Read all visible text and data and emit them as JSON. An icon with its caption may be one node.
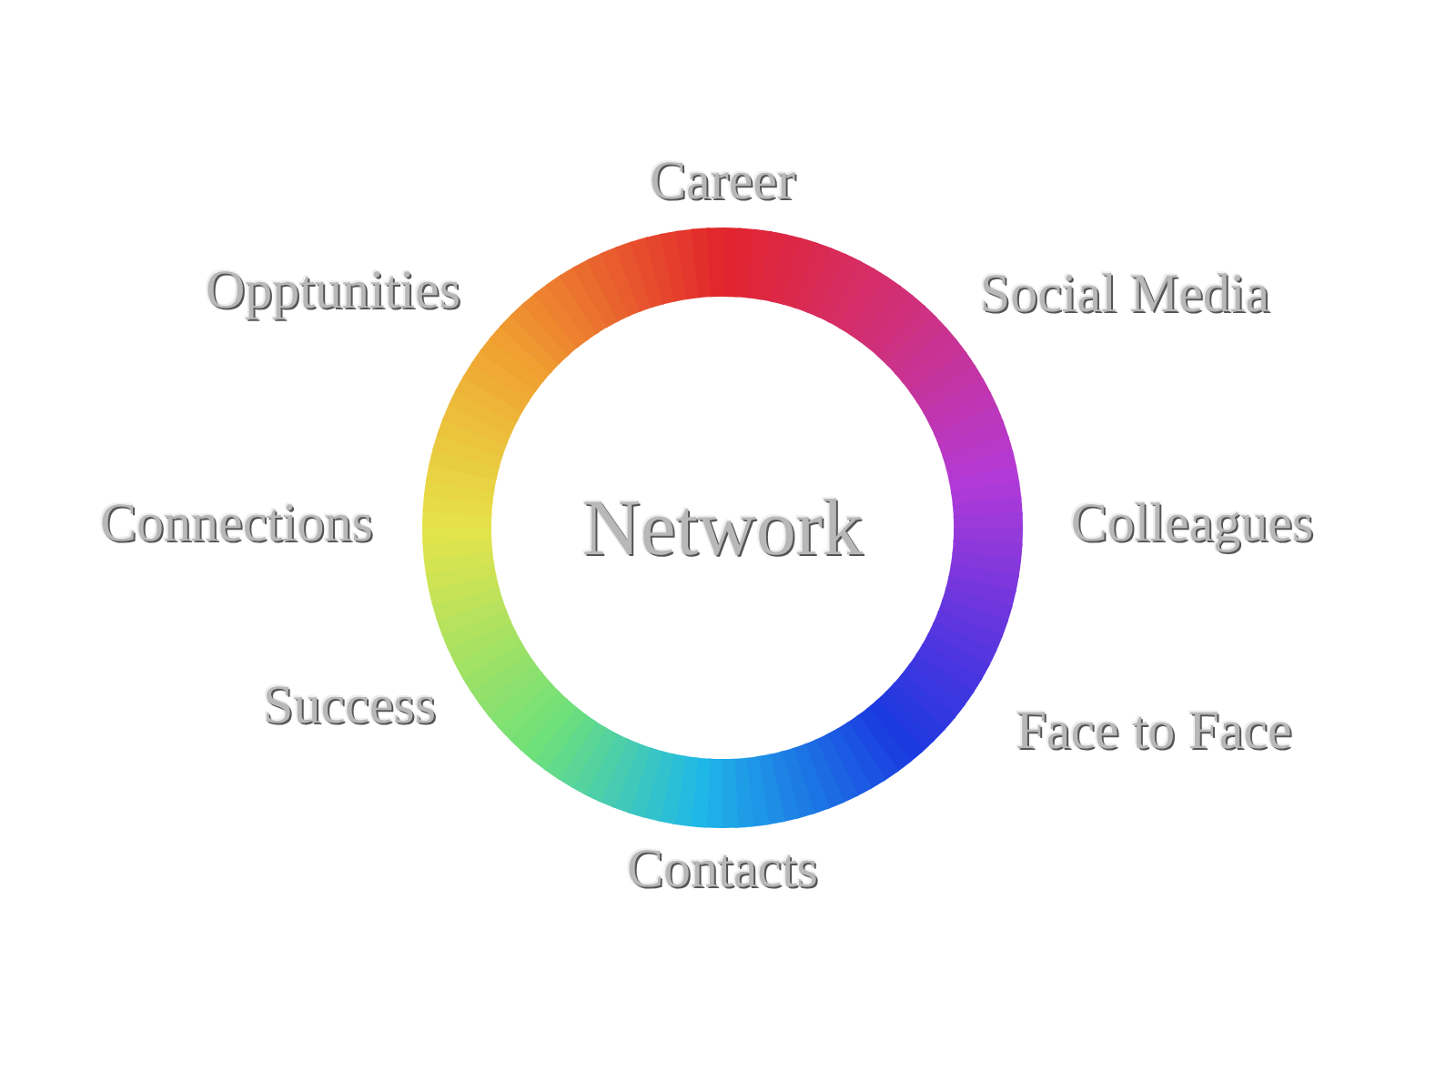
{
  "diagram": {
    "nodes": [
      {
        "text": [
          "Network"
        ]
      }
    ],
    "labels": [
      "Career",
      "Opptunities",
      "Social Media",
      "Connections",
      "Colleagues",
      "Success",
      "Face to Face",
      "Contacts"
    ]
  }
}
